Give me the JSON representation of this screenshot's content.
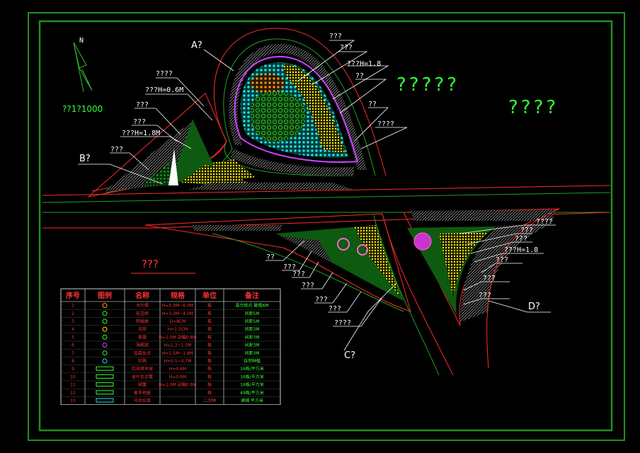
{
  "colors": {
    "background": "#000000",
    "frame": "#1f8f1f",
    "road": "#ff2a2a",
    "green_fill": "#0d5a10",
    "yellow": "#ffee00",
    "label_line": "#ffffff",
    "title_green": "#33ff33"
  },
  "scale_label": "??1?1000",
  "north_label": "N",
  "big_title_1": "?????",
  "big_title_2": "????",
  "legend_title": "???",
  "section_labels": {
    "a": "A?",
    "b": "B?",
    "c": "C?",
    "d": "D?"
  },
  "callouts_a": {
    "c1": "???",
    "c2": "???",
    "c3": "???H=1.8",
    "c4": "??",
    "c5": "??",
    "c6": "????"
  },
  "callouts_b": {
    "c1": "????",
    "c2": "???H=0.6M",
    "c3": "???",
    "c4": "???",
    "c5": "???H=1.8M",
    "c6": "???"
  },
  "callouts_c": {
    "c1": "??",
    "c2": "???",
    "c3": "???",
    "c4": "???",
    "c5": "???",
    "c6": "???",
    "c7": "????"
  },
  "callouts_d": {
    "c1": "????",
    "c2": "???",
    "c3": "???",
    "c4": "???H=1.8",
    "c5": "???",
    "c6": "???",
    "c7": "???"
  },
  "legend_table": {
    "headers": [
      "序号",
      "图例",
      "名称",
      "规格",
      "单位",
      "备注"
    ],
    "rows": [
      {
        "no": "1",
        "name": "大叶樟",
        "spec": "H=5.0M~6.0M",
        "unit": "株",
        "note": "高分枝点 散植6M"
      },
      {
        "no": "2",
        "name": "桂花树",
        "spec": "H=3.0M~4.0M",
        "unit": "株",
        "note": "间距5M"
      },
      {
        "no": "3",
        "name": "棕榈类",
        "spec": "D=8CM",
        "unit": "株",
        "note": "间距5M"
      },
      {
        "no": "4",
        "name": "苏铁",
        "spec": "H=1.5CM",
        "unit": "株",
        "note": "间距3M"
      },
      {
        "no": "5",
        "name": "紫薇",
        "spec": "H=1.0M 冠幅0.8M",
        "unit": "株",
        "note": "间距3M"
      },
      {
        "no": "6",
        "name": "海桐球",
        "spec": "H=1.2~1.5M",
        "unit": "株",
        "note": "间距3M"
      },
      {
        "no": "7",
        "name": "金森女贞",
        "spec": "H=1.5M~1.8M",
        "unit": "株",
        "note": "间距3M"
      },
      {
        "no": "8",
        "name": "杜鹃",
        "spec": "H=0.5~0.7M",
        "unit": "株",
        "note": "自然种植"
      },
      {
        "no": "9",
        "name": "红花继木球",
        "spec": "H=0.6M",
        "unit": "株",
        "note": "16株/平方米"
      },
      {
        "no": "10",
        "name": "金叶女贞篱",
        "spec": "H=0.6M",
        "unit": "株",
        "note": "16株/平方米"
      },
      {
        "no": "11",
        "name": "绿篱",
        "spec": "H=1.0M 冠幅0.6M",
        "unit": "株",
        "note": "16株/平方米"
      },
      {
        "no": "12",
        "name": "麦冬地被",
        "spec": "",
        "unit": "株",
        "note": "49株/平方米"
      },
      {
        "no": "13",
        "name": "马尼拉草",
        "spec": "",
        "unit": "二次种",
        "note": "满铺 平方米"
      }
    ]
  }
}
